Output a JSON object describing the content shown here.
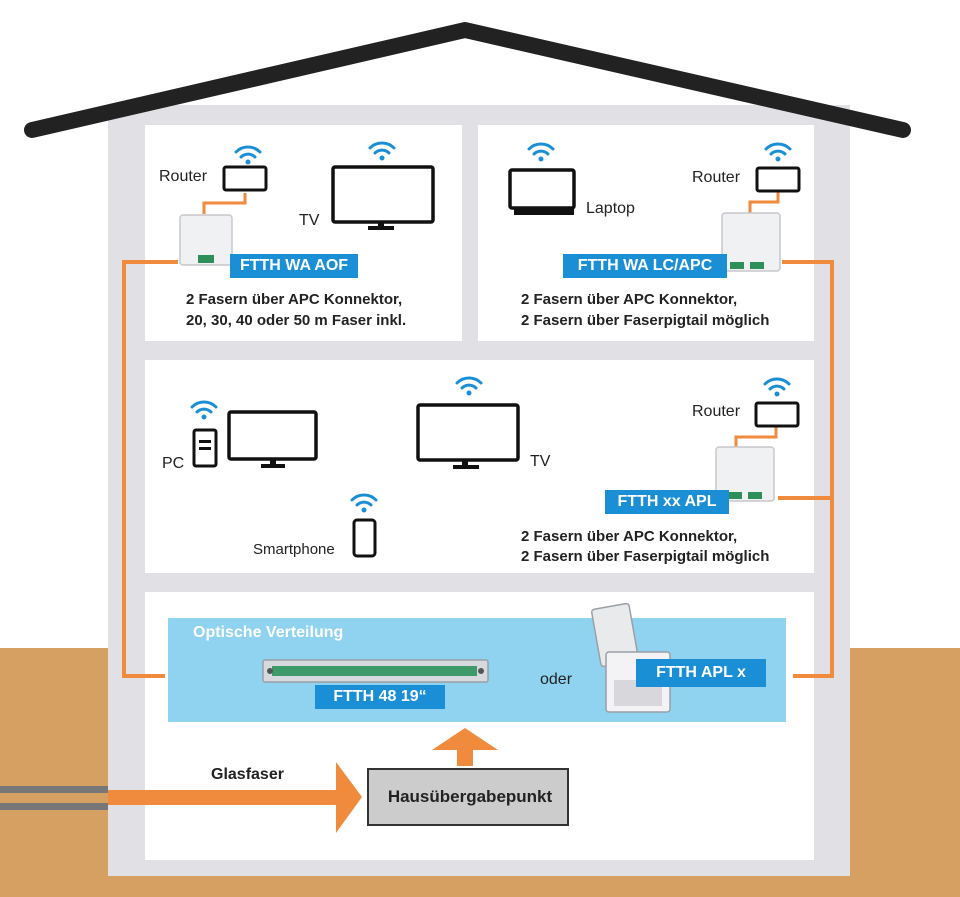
{
  "colors": {
    "ground": "#d6a062",
    "house_wall": "#e1e1e5",
    "room": "#ffffff",
    "roof": "#222222",
    "fiber": "#f08a3c",
    "wifi": "#1a8fd6",
    "tag_bg": "#1a8fd6",
    "distribution_bg": "#8fd3f0",
    "transfer_box": "#cccccc"
  },
  "top_left_room": {
    "router_label": "Router",
    "tv_label": "TV",
    "tag": "FTTH WA AOF",
    "desc_line1": "2 Fasern über APC Konnektor,",
    "desc_line2": "20, 30, 40 oder 50 m Faser inkl."
  },
  "top_right_room": {
    "laptop_label": "Laptop",
    "router_label": "Router",
    "tag": "FTTH WA LC/APC",
    "desc_line1": "2 Fasern über APC Konnektor,",
    "desc_line2": "2 Fasern über Faserpigtail möglich"
  },
  "middle_room": {
    "pc_label": "PC",
    "tv_label": "TV",
    "smartphone_label": "Smartphone",
    "router_label": "Router",
    "tag": "FTTH xx APL",
    "desc_line1": "2 Fasern über APC Konnektor,",
    "desc_line2": "2 Fasern über Faserpigtail möglich"
  },
  "basement": {
    "distribution_title": "Optische Verteilung",
    "patch_panel_tag": "FTTH 48 19“",
    "or_label": "oder",
    "apl_tag": "FTTH APL x",
    "fiber_label": "Glasfaser",
    "transfer_point": "Hausübergabepunkt"
  }
}
